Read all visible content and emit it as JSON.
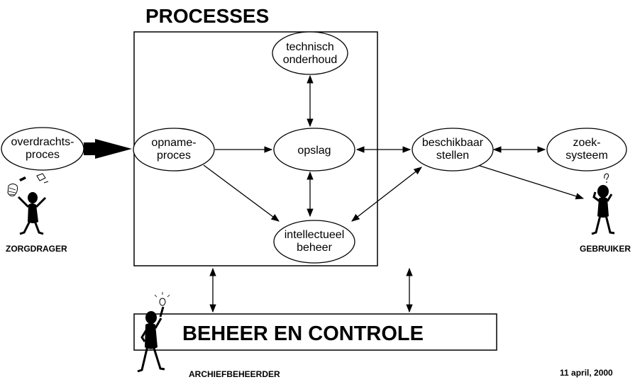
{
  "title": "PROCESSES",
  "nodes": {
    "technisch_onderhoud": [
      "technisch",
      "onderhoud"
    ],
    "opname_proces": [
      "opname-",
      "proces"
    ],
    "opslag": [
      "opslag"
    ],
    "beschikbaar_stellen": [
      "beschikbaar",
      "stellen"
    ],
    "intellectueel_beheer": [
      "intellectueel",
      "beheer"
    ],
    "overdrachts_proces": [
      "overdrachts-",
      "proces"
    ],
    "zoek_systeem": [
      "zoek-",
      "systeem"
    ]
  },
  "actors": {
    "zorgdrager": "ZORGDRAGER",
    "gebruiker": "GEBRUIKER",
    "archiefbeheerder": "ARCHIEFBEHEERDER"
  },
  "management_box": "BEHEER EN CONTROLE",
  "date": "11 april, 2000"
}
